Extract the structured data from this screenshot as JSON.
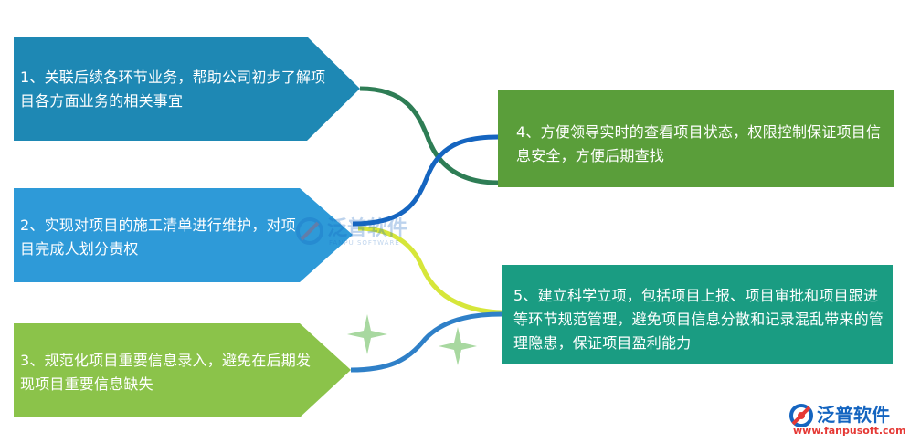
{
  "items": [
    {
      "text": "1、关联后续各环节业务，帮助公司初步了解项目各方面业务的相关事宜",
      "color": "#1e88b4"
    },
    {
      "text": "2、实现对项目的施工清单进行维护，对项目完成人划分责权",
      "color": "#2e9ad8"
    },
    {
      "text": "3、规范化项目重要信息录入，避免在后期发现项目重要信息缺失",
      "color": "#8bc34a"
    },
    {
      "text": "4、方便领导实时的查看项目状态，权限控制保证项目信息安全，方便后期查找",
      "color": "#5a9e3a"
    },
    {
      "text": "5、建立科学立项，包括项目上报、项目审批和项目跟进等环节规范管理，避免项目信息分散和记录混乱带来的管理隐患，保证项目盈利能力",
      "color": "#1a9c82"
    }
  ],
  "connector_colors": {
    "line1": "#2e7d55",
    "line2": "#1565c0",
    "line3": "#d6e63a",
    "line4": "#2f80c8"
  },
  "watermark_center": {
    "name": "泛普软件",
    "sub": "FANPU SOFTWARE"
  },
  "watermark_corner": {
    "name": "泛普软件",
    "url": "www.fanpusoft.com"
  }
}
